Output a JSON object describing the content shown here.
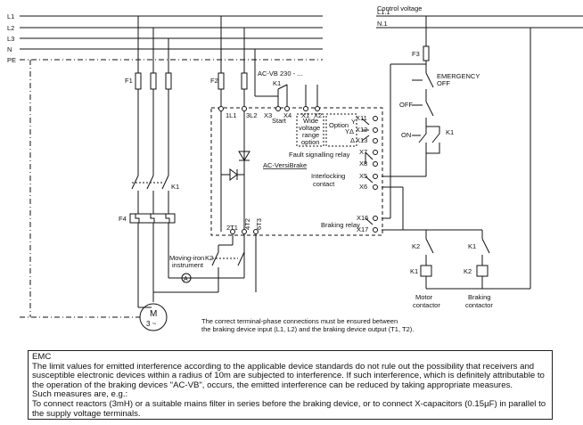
{
  "lines": {
    "l1": "L1",
    "l2": "L2",
    "l3": "L3",
    "n": "N",
    "pe": "PE"
  },
  "control": {
    "title": "Control voltage",
    "l11": "L1.1",
    "n1": "N.1"
  },
  "fuses": {
    "f1": "F1",
    "f2": "F2",
    "f3": "F3"
  },
  "device": {
    "head": "AC-VB 230 - ...",
    "k1": "K1",
    "terms_top": [
      "1L1",
      "3L2",
      "X3",
      "X4",
      "X1",
      "X2"
    ],
    "start": "Start",
    "wide": [
      "Wide",
      "voltage",
      "range",
      "option"
    ],
    "option": "Option",
    "opt_y": "Y",
    "opt_yd": "YΔ",
    "opt_d": "Δ",
    "x11": "X11",
    "x12": "X12",
    "x13": "X13",
    "fault": "Fault signalling relay",
    "brand": "AC-VersiBrake",
    "x7": "X7",
    "x8": "X8",
    "interlock": [
      "Interlocking",
      "contact"
    ],
    "x5": "X5",
    "x6": "X6",
    "braking_relay": "Braking relay",
    "x16": "X16",
    "x17": "X17",
    "t1": "2T1",
    "t2": "4T2",
    "t3": "6T3"
  },
  "power": {
    "k1_main": "K1",
    "f4": "F4",
    "k2_main": "K2",
    "instrument": [
      "Moving-iron",
      "instrument"
    ],
    "ammeter": "A",
    "motor_m": "M",
    "motor_type": "3 ~"
  },
  "control_circuit": {
    "emergency": [
      "EMERGENCY",
      "OFF"
    ],
    "off": "OFF",
    "on": "ON",
    "k1_hold": "K1",
    "k2_contact": "K2",
    "k1_contact": "K1",
    "k1_coil": "K1",
    "k2_coil": "K2",
    "motor_contactor": [
      "Motor",
      "contactor"
    ],
    "braking_contactor": [
      "Braking",
      "contactor"
    ]
  },
  "note": [
    "The correct terminal-phase connections must be ensured between",
    "the braking device input (L1, L2) and the braking device output (T1, T2)."
  ],
  "emc": {
    "title": "EMC",
    "p1": "The limit values for emitted interference according to the applicable device standards do not rule out the possibility that receivers and susceptible electronic devices within a radius of 10m are subjected to interference. If such interference, which is definitely attributable to the operation of the braking devices \"AC-VB\", occurs, the emitted interference can be reduced by taking appropriate measures.",
    "p2": "Such measures are, e.g.:",
    "p3": "To connect reactors (3mH) or a suitable mains filter in series before the braking device, or to connect X-capacitors (0.15µF) in parallel to the supply voltage terminals."
  }
}
